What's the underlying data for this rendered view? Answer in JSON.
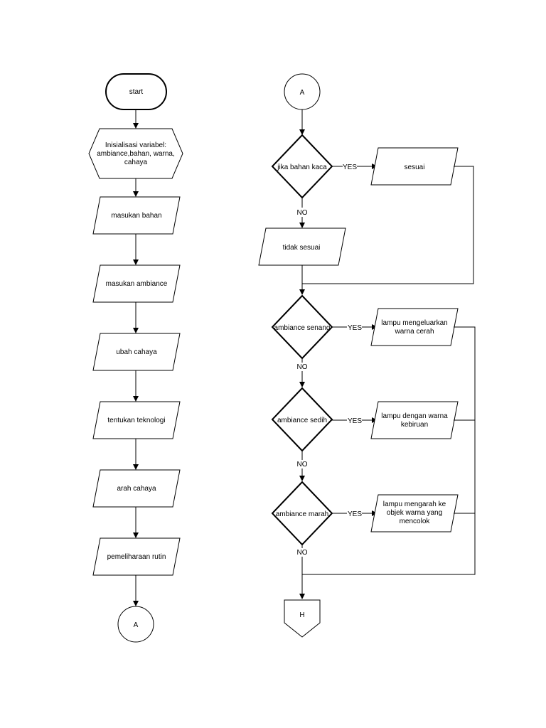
{
  "left_column": {
    "start": "start",
    "init_line1": "Inisialisasi variabel:",
    "init_line2": "ambiance,bahan, warna,",
    "init_line3": "cahaya",
    "input_bahan": "masukan bahan",
    "input_ambiance": "masukan ambiance",
    "ubah_cahaya": "ubah cahaya",
    "tentukan_teknologi": "tentukan teknologi",
    "arah_cahaya": "arah cahaya",
    "pemeliharaan": "pemeliharaan rutin",
    "connector_out": "A"
  },
  "right_column": {
    "connector_in": "A",
    "decision_bahan": "jika bahan kaca",
    "out_sesuai": "sesuai",
    "out_tidak_sesuai": "tidak sesuai",
    "decision_senang": "ambiance senang",
    "out_senang_line1": "lampu mengeluarkan",
    "out_senang_line2": "warna cerah",
    "decision_sedih": "ambiance sedih",
    "out_sedih_line1": "lampu dengan warna",
    "out_sedih_line2": "kebiruan",
    "decision_marah": "ambiance marah",
    "out_marah_line1": "lampu mengarah ke",
    "out_marah_line2": "objek warna yang",
    "out_marah_line3": "mencolok",
    "end_connector": "H"
  },
  "edge_labels": {
    "yes": "YES",
    "no": "NO"
  }
}
